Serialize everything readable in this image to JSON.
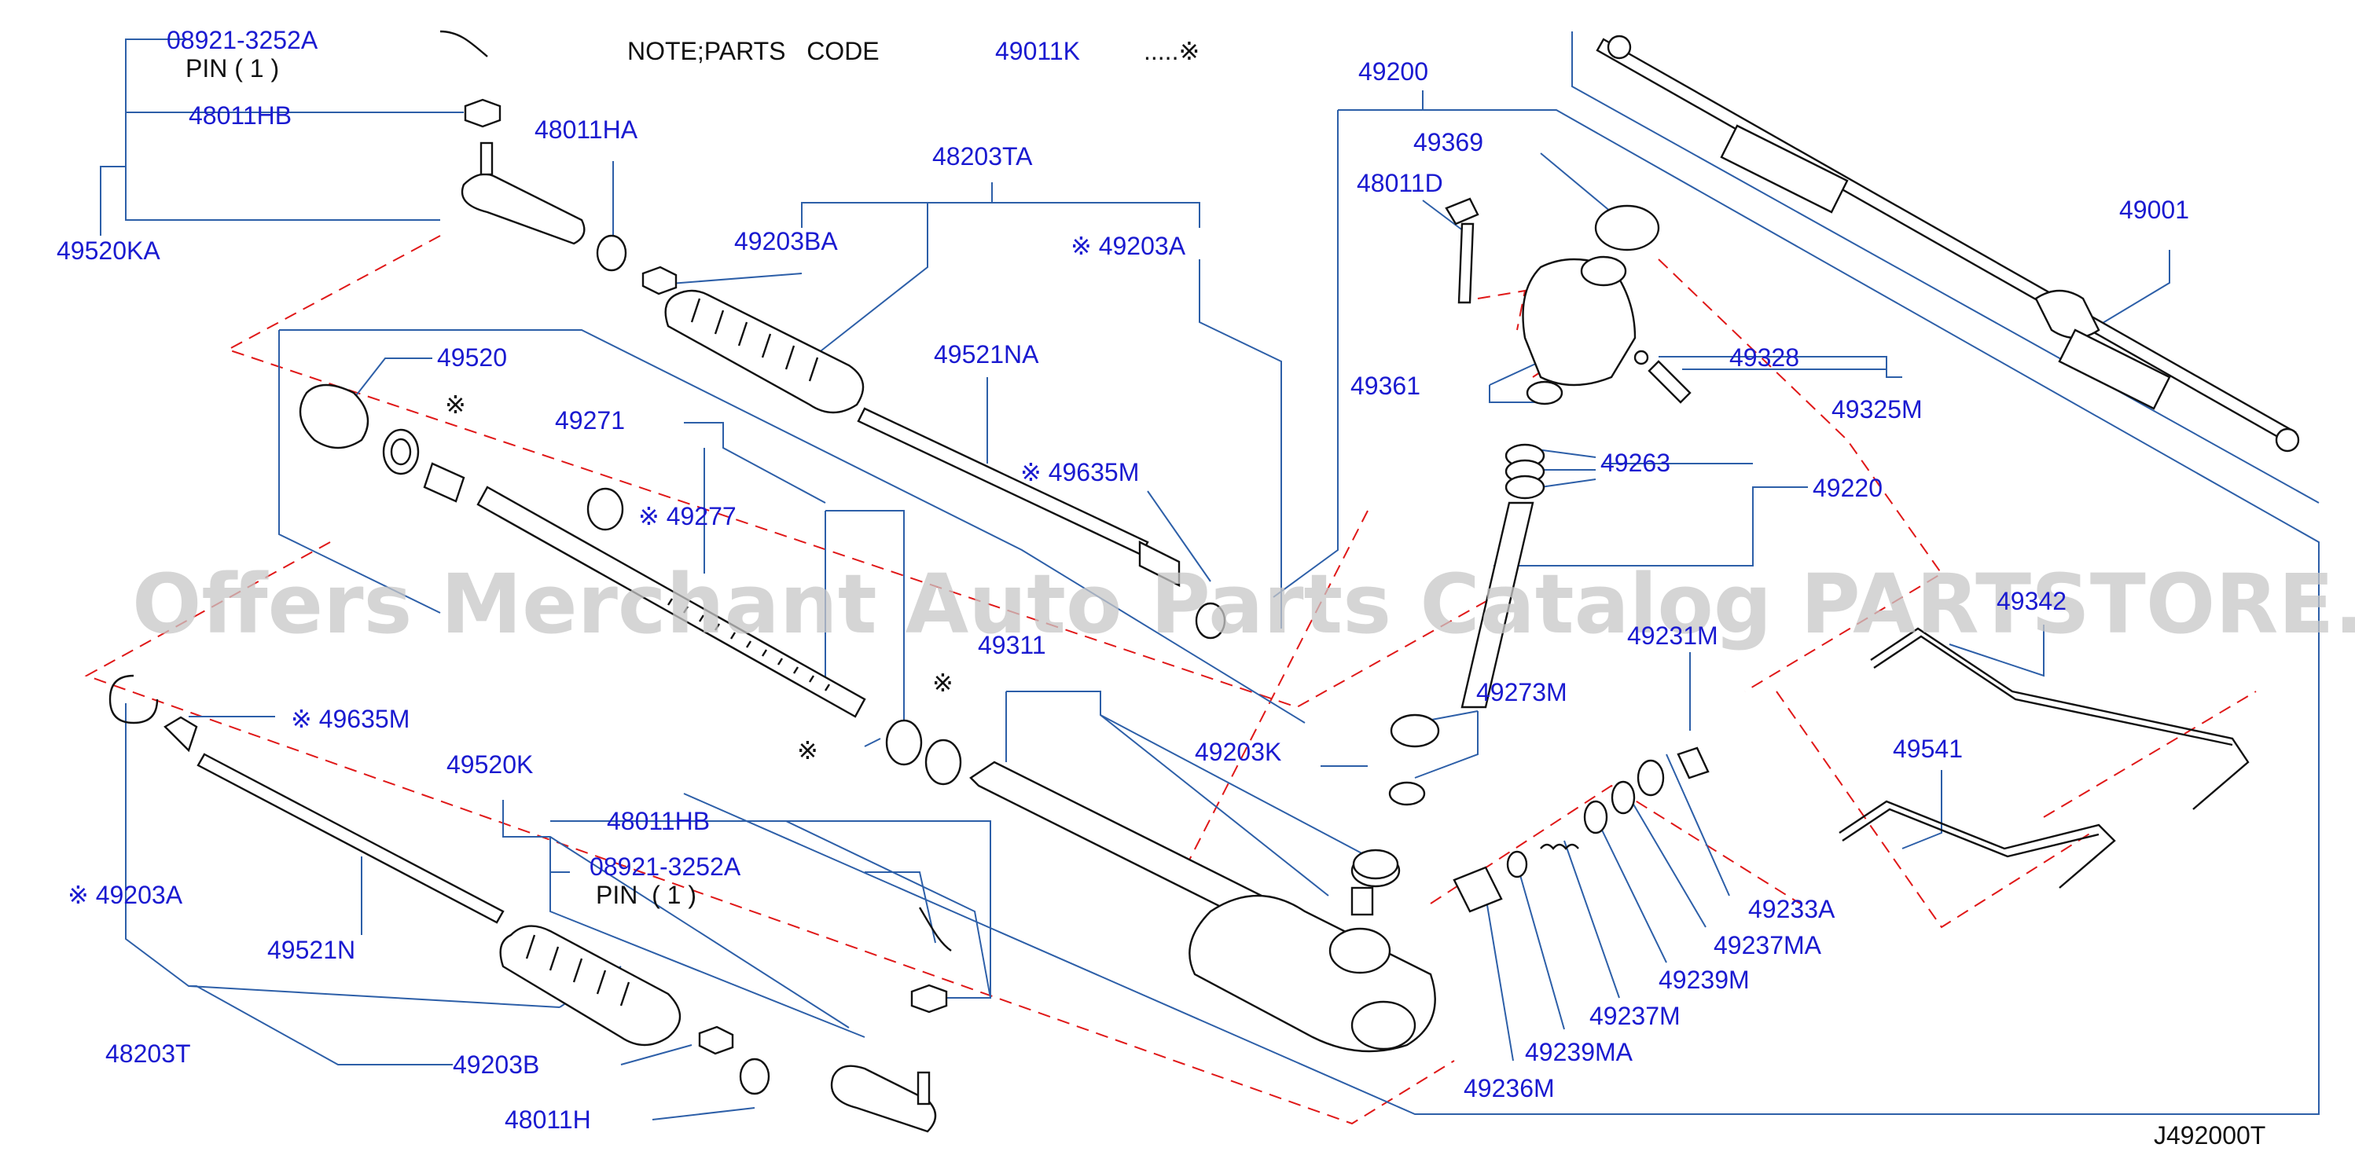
{
  "note": {
    "prefix": "NOTE;PARTS   CODE",
    "code": "49011K",
    "suffix": ".....※"
  },
  "catalog_code": "J492000T",
  "watermark": "Offers Merchant Auto Parts Catalog PARTSTORE.SA",
  "callouts": {
    "c08921_top": "08921-3252A",
    "pin_top": "PIN ( 1 )",
    "c48011HB_top": "48011HB",
    "c49520KA": "49520KA",
    "c48011HA": "48011HA",
    "c48203TA": "48203TA",
    "c49203BA": "49203BA",
    "c49203A_top": "※ 49203A",
    "c49520": "49520",
    "mark_49520": "※",
    "c49521NA": "49521NA",
    "c49271": "49271",
    "c49277": "※ 49277",
    "c49635M_top": "※ 49635M",
    "c49311": "49311",
    "mark_49311": "※",
    "mark_ring": "※",
    "c49635M_left": "※ 49635M",
    "c49203A_left": "※ 49203A",
    "c49520K": "49520K",
    "c48011HB_bot": "48011HB",
    "c08921_bot": "08921-3252A",
    "pin_bot": "PIN  ( 1 )",
    "c49521N": "49521N",
    "c48203T": "48203T",
    "c49203B": "49203B",
    "c48011H": "48011H",
    "c49200": "49200",
    "c49369": "49369",
    "c48011D": "48011D",
    "c49001": "49001",
    "c49361": "49361",
    "c49328": "49328",
    "c49325M": "49325M",
    "c49263": "49263",
    "c49220": "49220",
    "c49342": "49342",
    "c49231M": "49231M",
    "c49273M": "49273M",
    "c49203K": "49203K",
    "c49541": "49541",
    "c49233A": "49233A",
    "c49237MA": "49237MA",
    "c49239M": "49239M",
    "c49237M": "49237M",
    "c49239MA": "49239MA",
    "c49236M": "49236M"
  },
  "colors": {
    "label": "#1a1ad0",
    "leader": "#2d5fa8",
    "phantom": "#e01818",
    "part": "#111111",
    "watermark": "#c8c8c8"
  }
}
